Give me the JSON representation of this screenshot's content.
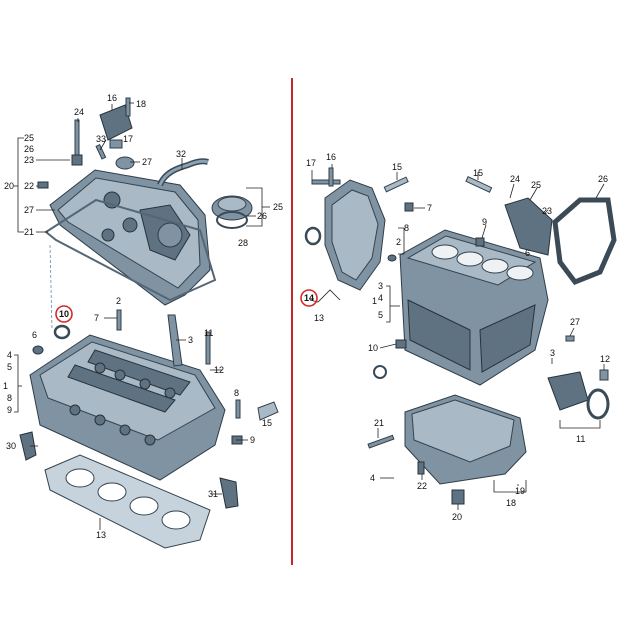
{
  "divider_color": "#c62828",
  "highlight_color": "#d32a2a",
  "left": {
    "highlighted_callout": "10",
    "callouts": [
      {
        "id": "c16",
        "text": "16"
      },
      {
        "id": "c18",
        "text": "18"
      },
      {
        "id": "c24",
        "text": "24"
      },
      {
        "id": "c33",
        "text": "33"
      },
      {
        "id": "c17",
        "text": "17"
      },
      {
        "id": "c32",
        "text": "32"
      },
      {
        "id": "c27",
        "text": "27"
      },
      {
        "id": "c25",
        "text": "25"
      },
      {
        "id": "c26",
        "text": "26"
      },
      {
        "id": "c23",
        "text": "23"
      },
      {
        "id": "c20",
        "text": "20"
      },
      {
        "id": "c22",
        "text": "22"
      },
      {
        "id": "c27b",
        "text": "27"
      },
      {
        "id": "c21",
        "text": "21"
      },
      {
        "id": "c25r",
        "text": "25"
      },
      {
        "id": "c26r",
        "text": "26"
      },
      {
        "id": "c28",
        "text": "28"
      },
      {
        "id": "c2",
        "text": "2"
      },
      {
        "id": "c7",
        "text": "7"
      },
      {
        "id": "c6",
        "text": "6"
      },
      {
        "id": "c3",
        "text": "3"
      },
      {
        "id": "c4",
        "text": "4"
      },
      {
        "id": "c5",
        "text": "5"
      },
      {
        "id": "c1",
        "text": "1"
      },
      {
        "id": "c8",
        "text": "8"
      },
      {
        "id": "c9",
        "text": "9"
      },
      {
        "id": "c12",
        "text": "12"
      },
      {
        "id": "c8b",
        "text": "8"
      },
      {
        "id": "c15",
        "text": "15"
      },
      {
        "id": "c9b",
        "text": "9"
      },
      {
        "id": "c11",
        "text": "11"
      },
      {
        "id": "c30",
        "text": "30"
      },
      {
        "id": "c31",
        "text": "31"
      },
      {
        "id": "c13",
        "text": "13"
      }
    ]
  },
  "right": {
    "highlighted_callout": "14",
    "callouts": [
      {
        "id": "r17",
        "text": "17"
      },
      {
        "id": "r16",
        "text": "16"
      },
      {
        "id": "r15",
        "text": "15"
      },
      {
        "id": "r15b",
        "text": "15"
      },
      {
        "id": "r24",
        "text": "24"
      },
      {
        "id": "r25",
        "text": "25"
      },
      {
        "id": "r26",
        "text": "26"
      },
      {
        "id": "r23",
        "text": "23"
      },
      {
        "id": "r7",
        "text": "7"
      },
      {
        "id": "r9",
        "text": "9"
      },
      {
        "id": "r8",
        "text": "8"
      },
      {
        "id": "r6",
        "text": "6"
      },
      {
        "id": "r2",
        "text": "2"
      },
      {
        "id": "r3",
        "text": "3"
      },
      {
        "id": "r4",
        "text": "4"
      },
      {
        "id": "r1",
        "text": "1"
      },
      {
        "id": "r5",
        "text": "5"
      },
      {
        "id": "r13",
        "text": "13"
      },
      {
        "id": "r10",
        "text": "10"
      },
      {
        "id": "r27",
        "text": "27"
      },
      {
        "id": "r3b",
        "text": "3"
      },
      {
        "id": "r12",
        "text": "12"
      },
      {
        "id": "r11",
        "text": "11"
      },
      {
        "id": "r21",
        "text": "21"
      },
      {
        "id": "r4b",
        "text": "4"
      },
      {
        "id": "r22",
        "text": "22"
      },
      {
        "id": "r19",
        "text": "19"
      },
      {
        "id": "r18",
        "text": "18"
      },
      {
        "id": "r20",
        "text": "20"
      }
    ]
  }
}
